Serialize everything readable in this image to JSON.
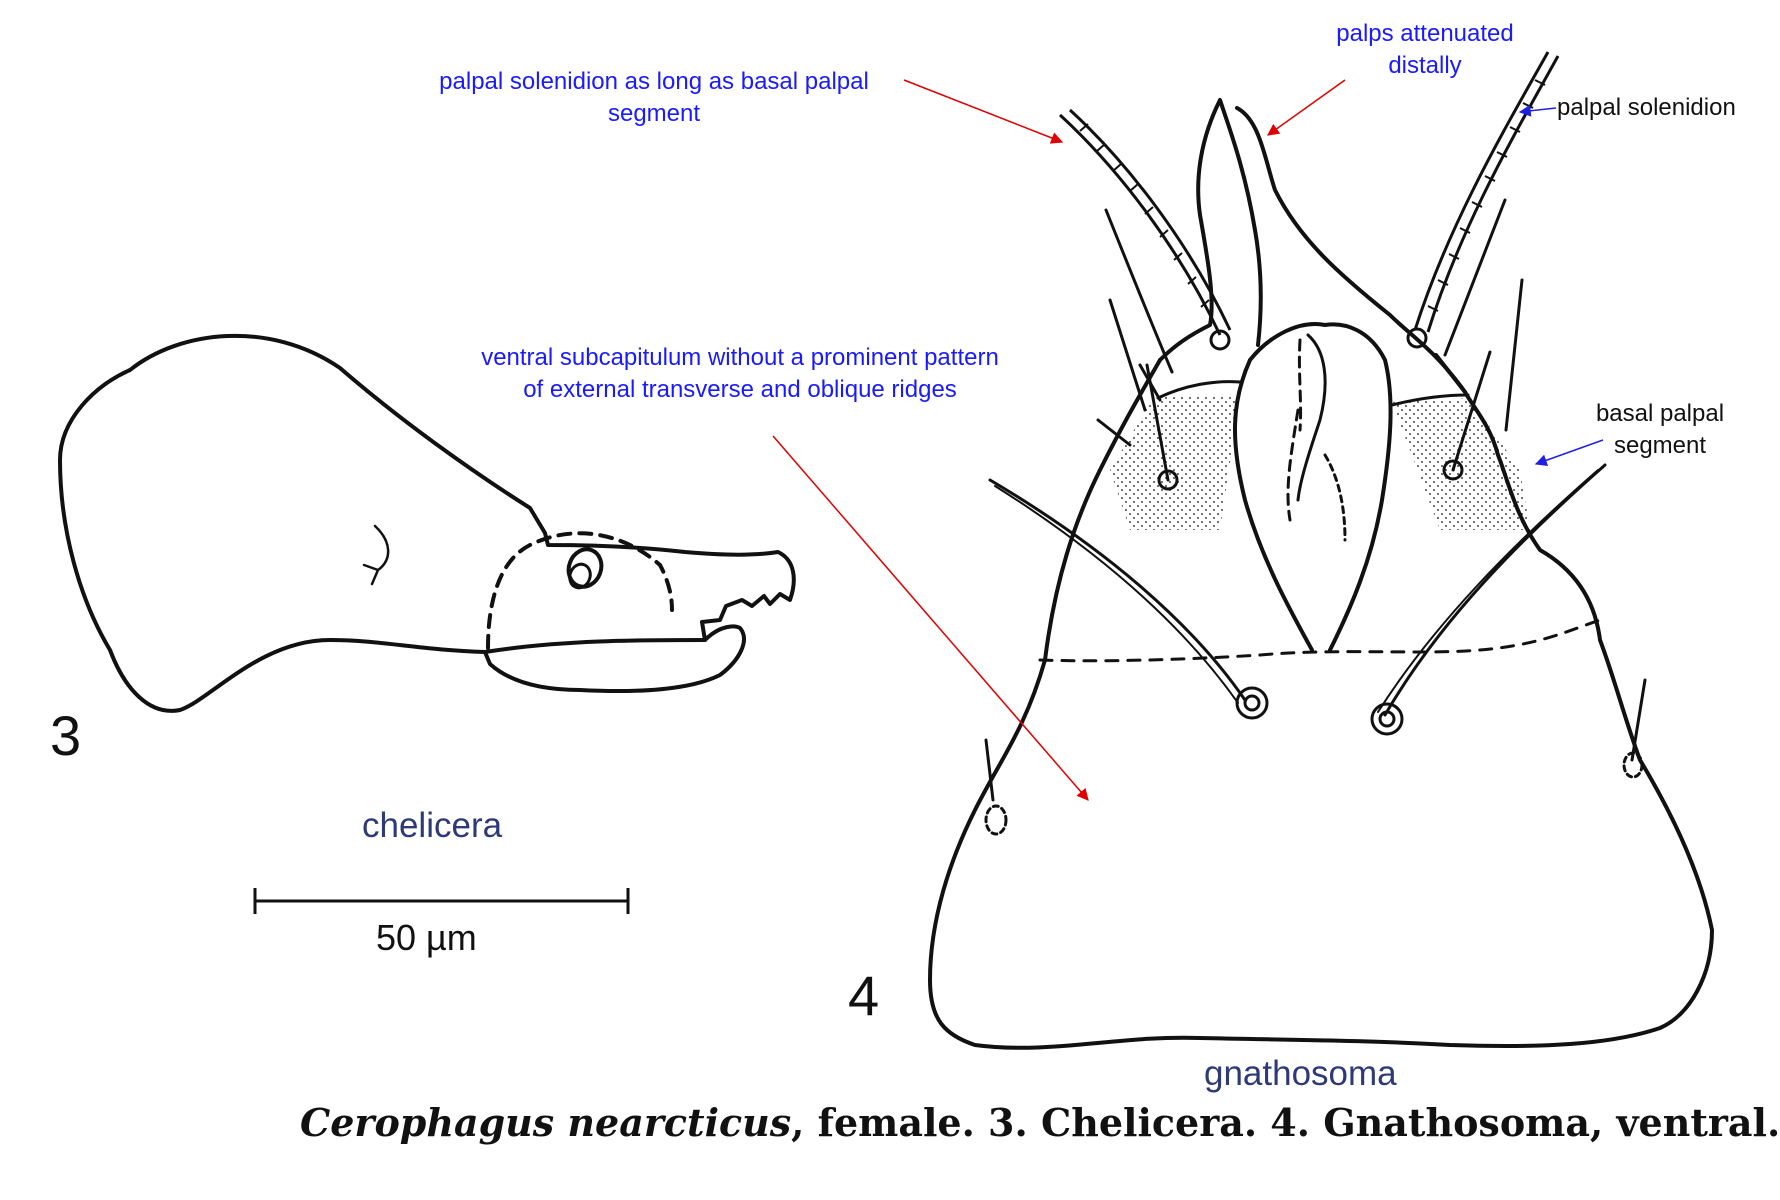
{
  "annotations": {
    "palpal_solenidion_length": "palpal solenidion as long as basal palpal segment",
    "palpal_solenidion_length_line1": "palpal solenidion as long as basal palpal",
    "palpal_solenidion_length_line2": "segment",
    "palps_attenuated": "palps attenuated distally",
    "palps_attenuated_line1": "palps attenuated",
    "palps_attenuated_line2": "distally",
    "palpal_solenidion": "palpal solenidion",
    "basal_palpal_segment_line1": "basal palpal",
    "basal_palpal_segment_line2": "segment",
    "ventral_subcapitulum_line1": "ventral subcapitulum without a prominent pattern",
    "ventral_subcapitulum_line2": "of external transverse and oblique ridges"
  },
  "figures": {
    "fig3_number": "3",
    "fig3_label": "chelicera",
    "fig4_number": "4",
    "fig4_label": "gnathosoma"
  },
  "scale_bar": {
    "label": "50 µm"
  },
  "caption": {
    "species": "Cerophagus nearcticus",
    "rest": ", female. 3. Chelicera. 4. Gnathosoma, ventral."
  },
  "colors": {
    "annotation_blue": "#1a1aff",
    "pointer_red": "#e00000",
    "pointer_blue": "#2020e0",
    "label_navy": "#2e3a78",
    "ink": "#111111"
  }
}
